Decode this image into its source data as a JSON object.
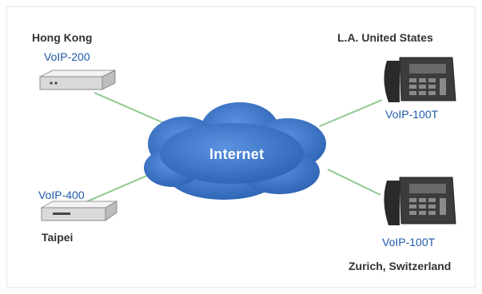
{
  "cloud": {
    "label": "Internet",
    "color": "#3a72c8"
  },
  "link_color": "#8fc88f",
  "model_color": "#1f5aa8",
  "nodes": {
    "hongkong": {
      "city": "Hong Kong",
      "model": "VoIP-200"
    },
    "la": {
      "city": "L.A. United States",
      "model": "VoIP-100T"
    },
    "taipei": {
      "city": "Taipei",
      "model": "VoIP-400"
    },
    "zurich": {
      "city": "Zurich, Switzerland",
      "model": "VoIP-100T"
    }
  },
  "icons": {
    "gateway": "voip-gateway-icon",
    "phone": "ip-phone-icon",
    "cloud": "internet-cloud-icon"
  }
}
